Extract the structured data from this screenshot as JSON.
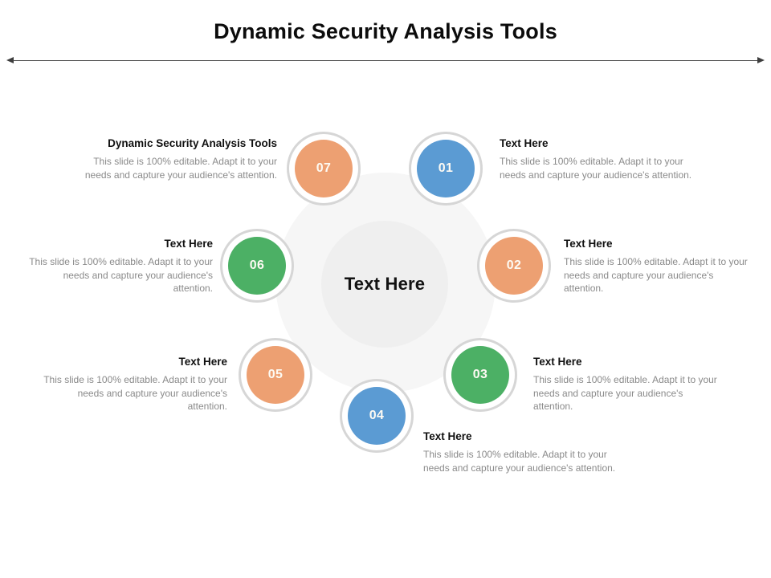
{
  "slide": {
    "title": "Dynamic Security Analysis Tools",
    "center_label": "Text Here"
  },
  "colors": {
    "blue": "#5b9bd3",
    "orange": "#eda072",
    "green": "#4cb065",
    "ring": "#d6d6d6",
    "halo_outer": "#f6f6f6",
    "halo_inner": "#efefef",
    "title_text": "#0c0c0c",
    "body_text": "#8a8a8a",
    "heading_text": "#101010",
    "divider": "#4a4a4a"
  },
  "body_copy": "This slide is 100% editable. Adapt it to your needs and capture your audience's attention.",
  "nodes": [
    {
      "number": "01",
      "color": "blue",
      "heading": "Text Here"
    },
    {
      "number": "02",
      "color": "orange",
      "heading": "Text Here"
    },
    {
      "number": "03",
      "color": "green",
      "heading": "Text Here"
    },
    {
      "number": "04",
      "color": "blue",
      "heading": "Text Here"
    },
    {
      "number": "05",
      "color": "orange",
      "heading": "Text Here"
    },
    {
      "number": "06",
      "color": "green",
      "heading": "Text Here"
    },
    {
      "number": "07",
      "color": "orange",
      "heading": "Dynamic Security Analysis Tools"
    }
  ],
  "blocks": {
    "b01": {
      "heading": "Text Here",
      "body": "This slide is 100% editable. Adapt it to your needs and capture your audience's attention."
    },
    "b02": {
      "heading": "Text Here",
      "body": "This slide is 100% editable. Adapt it to your needs and capture your audience's attention."
    },
    "b03": {
      "heading": "Text Here",
      "body": "This slide is 100% editable. Adapt it to your needs and capture your audience's attention."
    },
    "b04": {
      "heading": "Text Here",
      "body": "This slide is 100% editable. Adapt it to your needs and capture your audience's attention."
    },
    "b05": {
      "heading": "Text Here",
      "body": "This slide is 100% editable. Adapt it to your needs and capture your audience's attention."
    },
    "b06": {
      "heading": "Text Here",
      "body": "This slide is 100% editable. Adapt it to your needs and capture your audience's attention."
    },
    "b07": {
      "heading": "Dynamic Security Analysis Tools",
      "body": "This slide is 100% editable. Adapt it to your needs and capture your audience's attention."
    }
  }
}
